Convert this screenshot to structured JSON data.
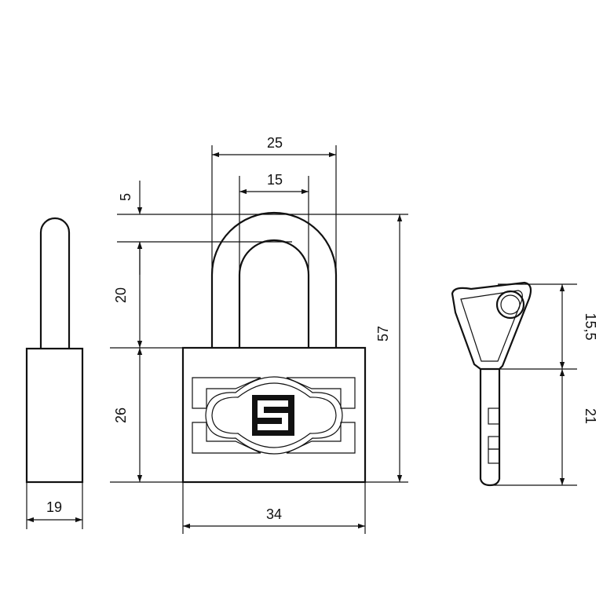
{
  "dimensions": {
    "side_width": "19",
    "shackle_outer_width": "25",
    "shackle_inner_width": "15",
    "shackle_thickness": "5",
    "shackle_clearance": "20",
    "body_height": "26",
    "total_height": "57",
    "body_width": "34",
    "key_head_height": "15,5",
    "key_blade_length": "21"
  },
  "colors": {
    "line": "#111111",
    "background": "#ffffff"
  },
  "icons": {
    "brand_logo": "s-logo-icon"
  }
}
